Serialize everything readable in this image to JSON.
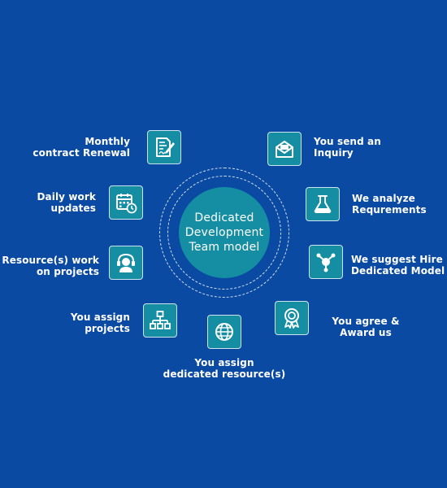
{
  "center": {
    "label": "Dedicated\nDevelopment\nTeam model"
  },
  "steps": [
    {
      "label": "You send an\nInquiry",
      "icon": "envelope-icon"
    },
    {
      "label": "We analyze\nRequrements",
      "icon": "flask-icon"
    },
    {
      "label": "We suggest Hire\nDedicated Model",
      "icon": "network-nodes-icon"
    },
    {
      "label": "You agree &\nAward us",
      "icon": "award-badge-icon"
    },
    {
      "label": "You assign\ndedicated resource(s)",
      "icon": "globe-icon"
    },
    {
      "label": "You assign\nprojects",
      "icon": "org-chart-icon"
    },
    {
      "label": "Resource(s) work\non projects",
      "icon": "support-headset-icon"
    },
    {
      "label": "Daily work\nupdates",
      "icon": "calendar-clock-icon"
    },
    {
      "label": "Monthly\ncontract Renewal",
      "icon": "contract-edit-icon"
    }
  ],
  "colors": {
    "background": "#0a4aa3",
    "accent": "#158ea3",
    "text": "#ffffff"
  }
}
